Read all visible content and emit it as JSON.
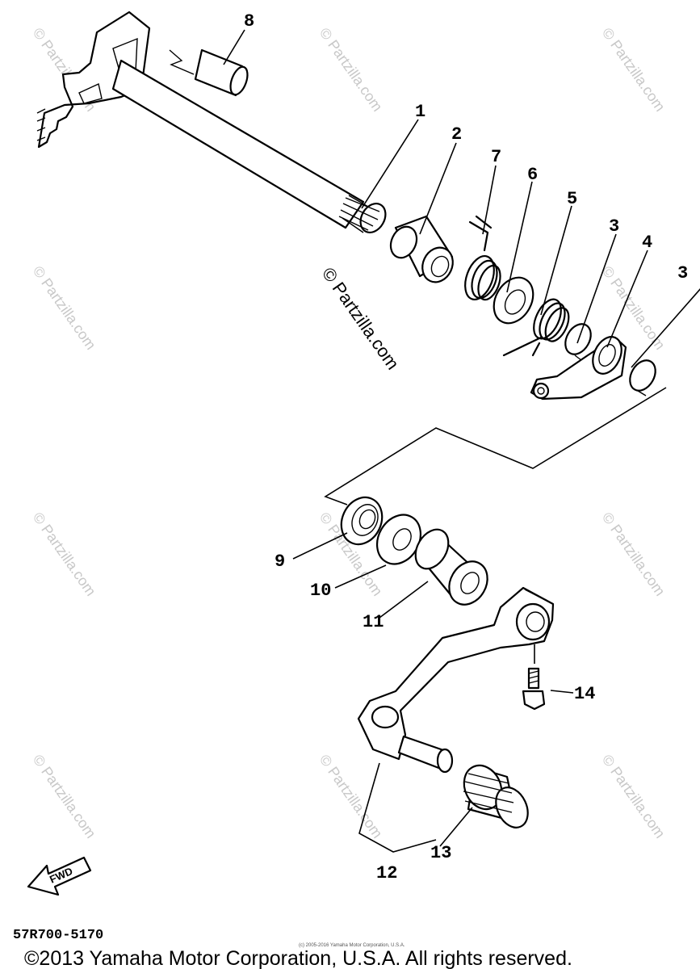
{
  "watermark": {
    "text": "© Partzilla.com",
    "center_text": "© Partzilla.com"
  },
  "callouts": {
    "p1": "1",
    "p2": "2",
    "p3a": "3",
    "p3b": "3",
    "p4": "4",
    "p5": "5",
    "p6": "6",
    "p7": "7",
    "p8": "8",
    "p9": "9",
    "p10": "10",
    "p11": "11",
    "p12": "12",
    "p13": "13",
    "p14": "14"
  },
  "fwd_label": "FWD",
  "diagram_code": "57R700-5170",
  "small_notice": "(c) 2005-2016 Yamaha Motor Corporation, U.S.A.",
  "copyright": "©2013 Yamaha Motor Corporation, U.S.A. All rights reserved."
}
